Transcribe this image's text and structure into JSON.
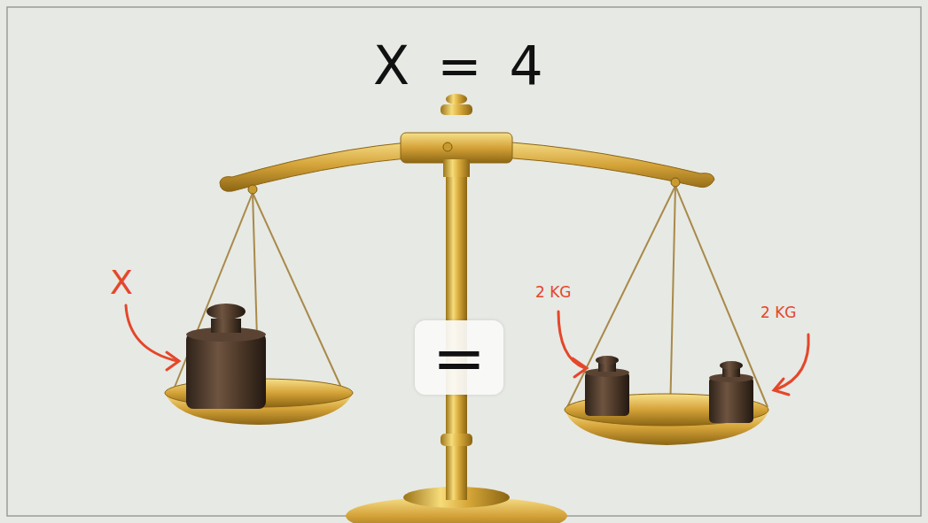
{
  "diagram": {
    "title": "X = 4",
    "nodes": [
      {
        "text": [
          "="
        ]
      }
    ],
    "labels": [
      "X",
      "2 KG",
      "2 KG"
    ]
  }
}
